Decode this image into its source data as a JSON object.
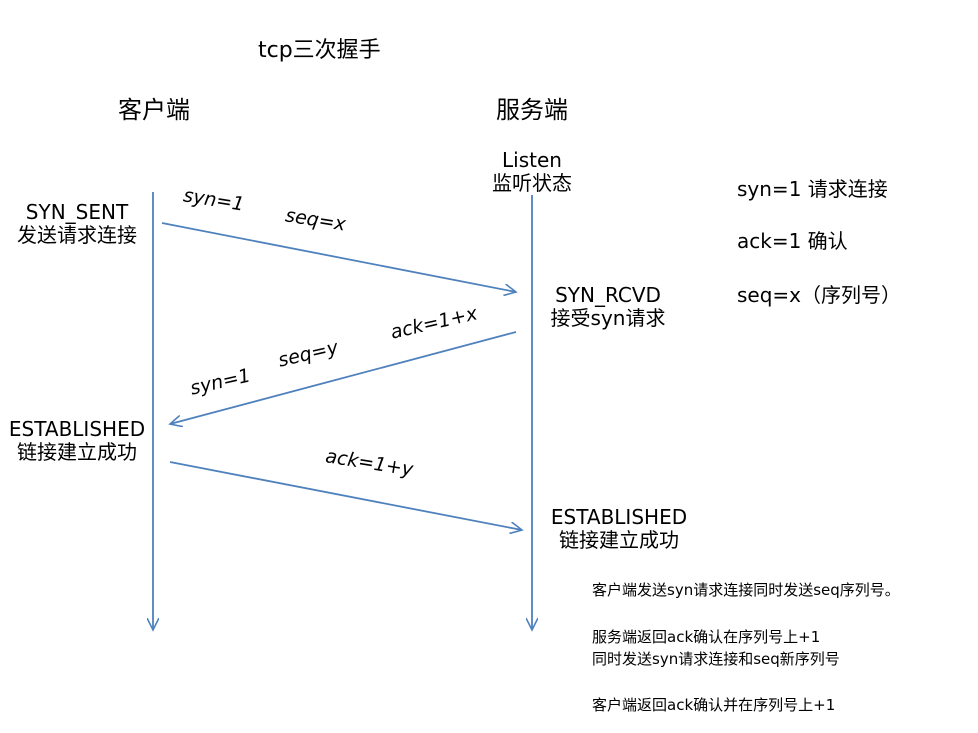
{
  "title": "tcp三次握手",
  "client": {
    "header": "客户端",
    "state1": {
      "code": "SYN_SENT",
      "desc": "发送请求连接"
    },
    "state2": {
      "code": "ESTABLISHED",
      "desc": "链接建立成功"
    }
  },
  "server": {
    "header": "服务端",
    "state0": {
      "code": "Listen",
      "desc": "监听状态"
    },
    "state1": {
      "code": "SYN_RCVD",
      "desc": "接受syn请求"
    },
    "state2": {
      "code": "ESTABLISHED",
      "desc": "链接建立成功"
    }
  },
  "arrows": {
    "a1": {
      "syn": "syn=1",
      "seq": "seq=x"
    },
    "a2": {
      "syn": "syn=1",
      "seq": "seq=y",
      "ack": "ack=1+x"
    },
    "a3": {
      "ack": "ack=1+y"
    }
  },
  "legend": {
    "syn": "syn=1   请求连接",
    "ack": "ack=1   确认",
    "seq": "seq=x（序列号）"
  },
  "notes": {
    "n1": "客户端发送syn请求连接同时发送seq序列号。",
    "n2a": "服务端返回ack确认在序列号上+1",
    "n2b": "同时发送syn请求连接和seq新序列号",
    "n3": "客户端返回ack确认并在序列号上+1"
  },
  "colors": {
    "line": "#4f81bd",
    "text": "#000000"
  }
}
